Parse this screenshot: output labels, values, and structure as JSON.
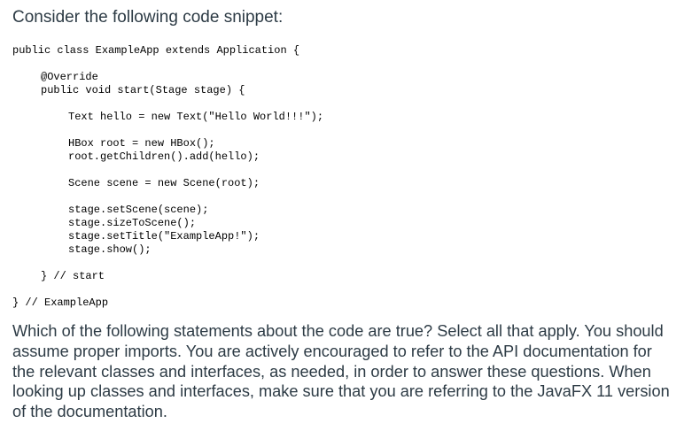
{
  "prompt": "Consider the following code snippet:",
  "code_lines": [
    "public class ExampleApp extends Application {",
    "@Override",
    "public void start(Stage stage) {",
    "Text hello = new Text(\"Hello World!!!\");",
    "HBox root = new HBox();",
    "root.getChildren().add(hello);",
    "Scene scene = new Scene(root);",
    "stage.setScene(scene);",
    "stage.sizeToScene();",
    "stage.setTitle(\"ExampleApp!\");",
    "stage.show();",
    "} // start",
    "} // ExampleApp"
  ],
  "question": "Which of the following statements about the code are true? Select all that apply. You should assume proper imports. You are actively encouraged to refer to the API documentation for the relevant classes and interfaces, as needed, in order to answer these questions. When looking up classes and interfaces, make sure that you are referring to the JavaFX 11 version of the documentation."
}
